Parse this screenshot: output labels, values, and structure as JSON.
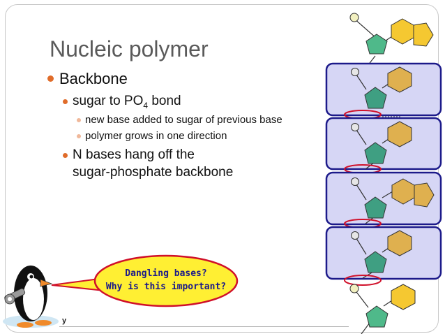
{
  "slide": {
    "title": "Nucleic polymer",
    "bullets": {
      "backbone": "Backbone",
      "sugar_bond_prefix": "sugar to PO",
      "sugar_bond_sub": "4",
      "sugar_bond_suffix": " bond",
      "new_base": "new base added to sugar of previous base",
      "grows": "polymer grows in one direction",
      "n_bases_line1": "N bases hang off the",
      "n_bases_line2": "sugar-phosphate backbone"
    },
    "bubble": {
      "line1": "Dangling bases?",
      "line2": "Why is this important?"
    },
    "footer_fragment": "y"
  },
  "colors": {
    "title": "#5a5a5a",
    "bullet_dot": "#e06c2a",
    "nucleotide_fill": "#d6d6f5",
    "nucleotide_border": "#1c1a8a",
    "sugar": "#4fb98a",
    "base": "#e8b84a",
    "phosphate": "#f2f0c0",
    "bond_ring": "#d0102a",
    "bubble_fill": "#ffef33",
    "bubble_border": "#d0102a"
  }
}
